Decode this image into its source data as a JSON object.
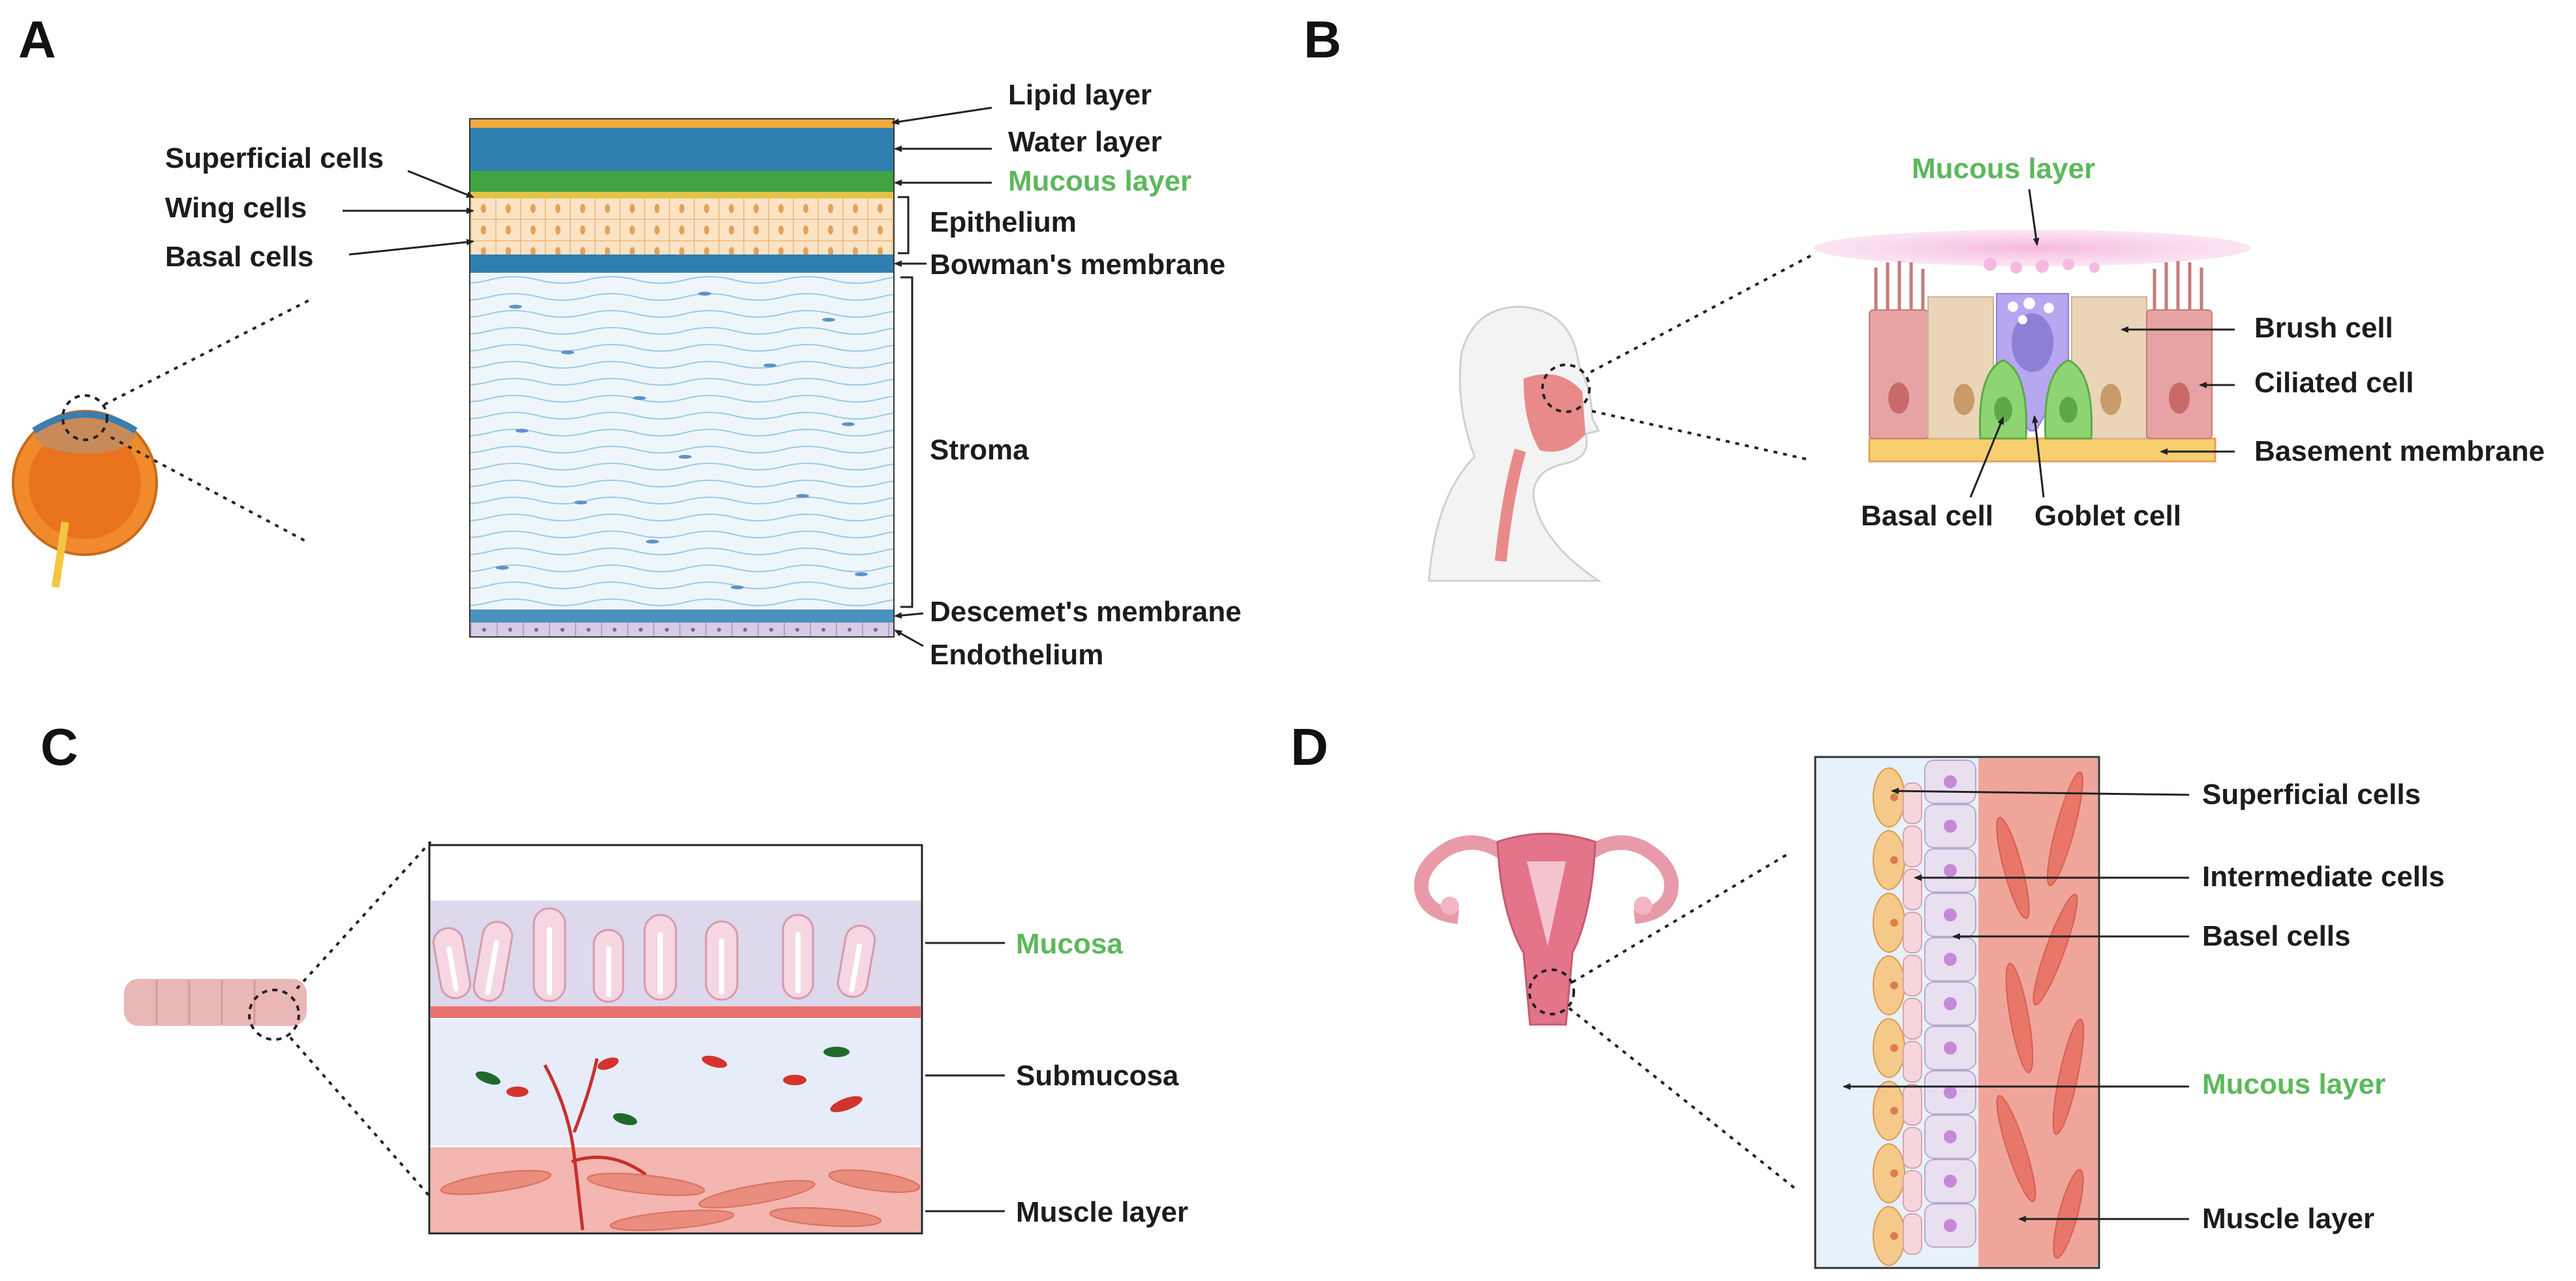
{
  "colors": {
    "label": "#1c1c1c",
    "highlight": "#5cb85c",
    "lipid": "#f0a93c",
    "water": "#2e7fb0",
    "mucous_layer": "#3fa441",
    "epithelium": "#fbe3c4",
    "stroma": "#eef6fb",
    "mucosa_pink": "#f6c8d0",
    "submucosa": "#e6ecf8",
    "muscle": "#f3b6b0"
  },
  "panels": {
    "a": {
      "letter": "A",
      "labels": {
        "lipid": "Lipid layer",
        "water": "Water layer",
        "mucous": "Mucous layer",
        "superficial": "Superficial cells",
        "wing": "Wing cells",
        "basal": "Basal cells",
        "epithelium": "Epithelium",
        "bowman": "Bowman's membrane",
        "stroma": "Stroma",
        "descemet": "Descemet's membrane",
        "endothelium": "Endothelium"
      }
    },
    "b": {
      "letter": "B",
      "labels": {
        "mucous": "Mucous layer",
        "brush": "Brush cell",
        "ciliated": "Ciliated cell",
        "basement": "Basement membrane",
        "basal": "Basal cell",
        "goblet": "Goblet cell"
      }
    },
    "c": {
      "letter": "C",
      "labels": {
        "mucosa": "Mucosa",
        "submucosa": "Submucosa",
        "muscle": "Muscle layer"
      }
    },
    "d": {
      "letter": "D",
      "labels": {
        "superficial": "Superficial cells",
        "intermediate": "Intermediate cells",
        "basel": "Basel cells",
        "mucous": "Mucous layer",
        "muscle": "Muscle layer"
      }
    }
  }
}
